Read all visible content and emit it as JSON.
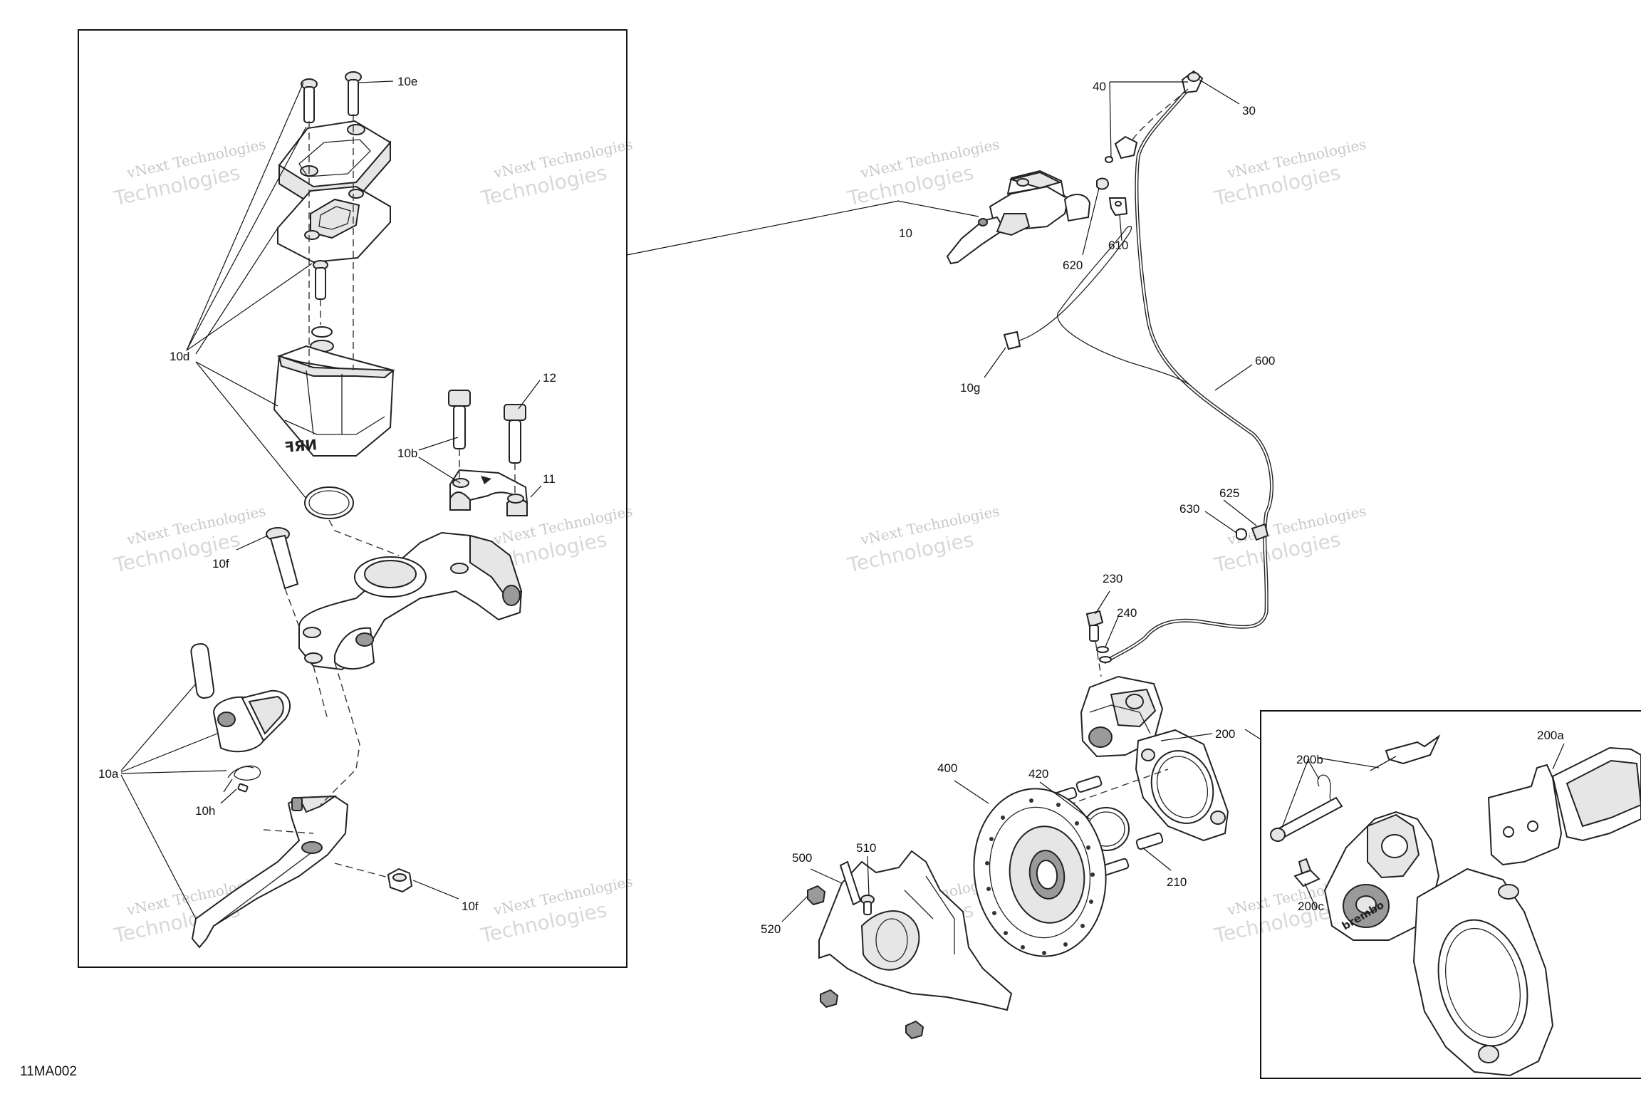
{
  "diagram_id": "11MA002",
  "watermark": {
    "line1": "vNext Technologies",
    "line2": "Technologies"
  },
  "callouts": {
    "c10e": "10e",
    "c10d": "10d",
    "c12": "12",
    "c10b": "10b",
    "c11": "11",
    "c10f_top": "10f",
    "c10a": "10a",
    "c10h": "10h",
    "c10f_bottom": "10f",
    "c10": "10",
    "c40": "40",
    "c30": "30",
    "c620": "620",
    "c610": "610",
    "c10g": "10g",
    "c600": "600",
    "c625": "625",
    "c630": "630",
    "c230": "230",
    "c240": "240",
    "c200": "200",
    "c400": "400",
    "c420": "420",
    "c510": "510",
    "c500": "500",
    "c520": "520",
    "c210": "210",
    "c200b": "200b",
    "c200a": "200a",
    "c200c": "200c"
  },
  "brand_mark": "brembo"
}
